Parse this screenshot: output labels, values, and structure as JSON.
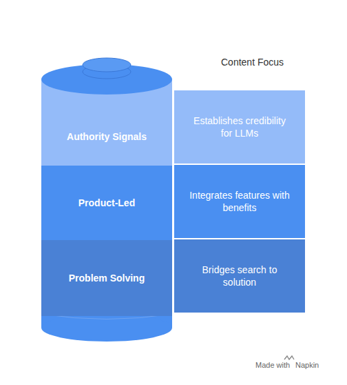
{
  "diagram": {
    "title": "Content Focus",
    "nodes": [
      {
        "text": [
          "Authority Signals"
        ]
      },
      {
        "text": [
          "Establishes credibility for LLMs"
        ]
      },
      {
        "text": [
          "Product-Led"
        ]
      },
      {
        "text": [
          "Integrates features with benefits"
        ]
      },
      {
        "text": [
          "Problem Solving"
        ]
      },
      {
        "text": [
          "Bridges search to solution"
        ]
      }
    ],
    "labels": [
      "Made with",
      "Napkin"
    ]
  }
}
